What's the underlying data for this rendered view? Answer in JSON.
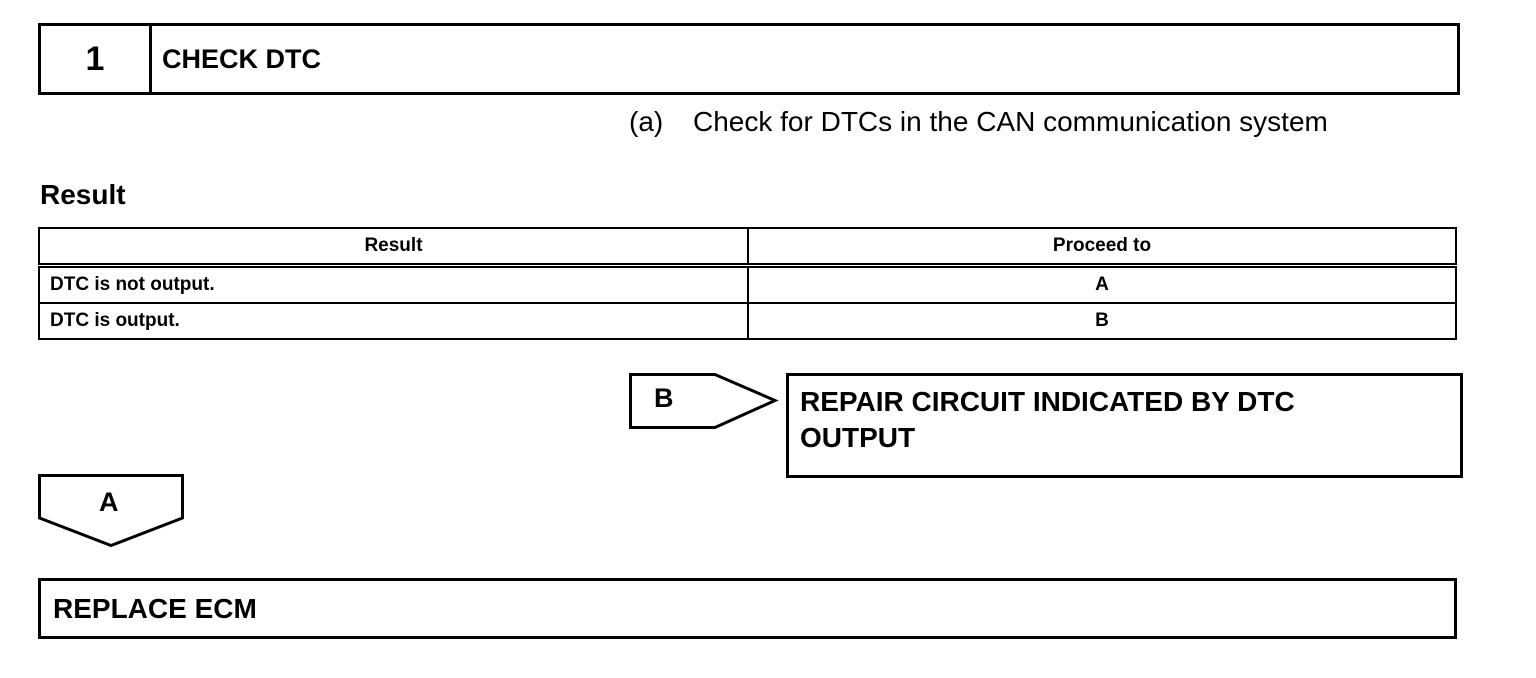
{
  "step": {
    "number": "1",
    "title": "CHECK DTC"
  },
  "instruction": {
    "marker": "(a)",
    "text": "Check for DTCs in the CAN communication system"
  },
  "result_label": "Result",
  "table": {
    "headers": [
      "Result",
      "Proceed to"
    ],
    "rows": [
      [
        "DTC is not output.",
        "A"
      ],
      [
        "DTC is output.",
        "B"
      ]
    ]
  },
  "branch_b": {
    "label": "B",
    "action_line1": "REPAIR CIRCUIT INDICATED BY DTC",
    "action_line2": "OUTPUT"
  },
  "branch_a": {
    "label": "A",
    "action": "REPLACE ECM"
  }
}
